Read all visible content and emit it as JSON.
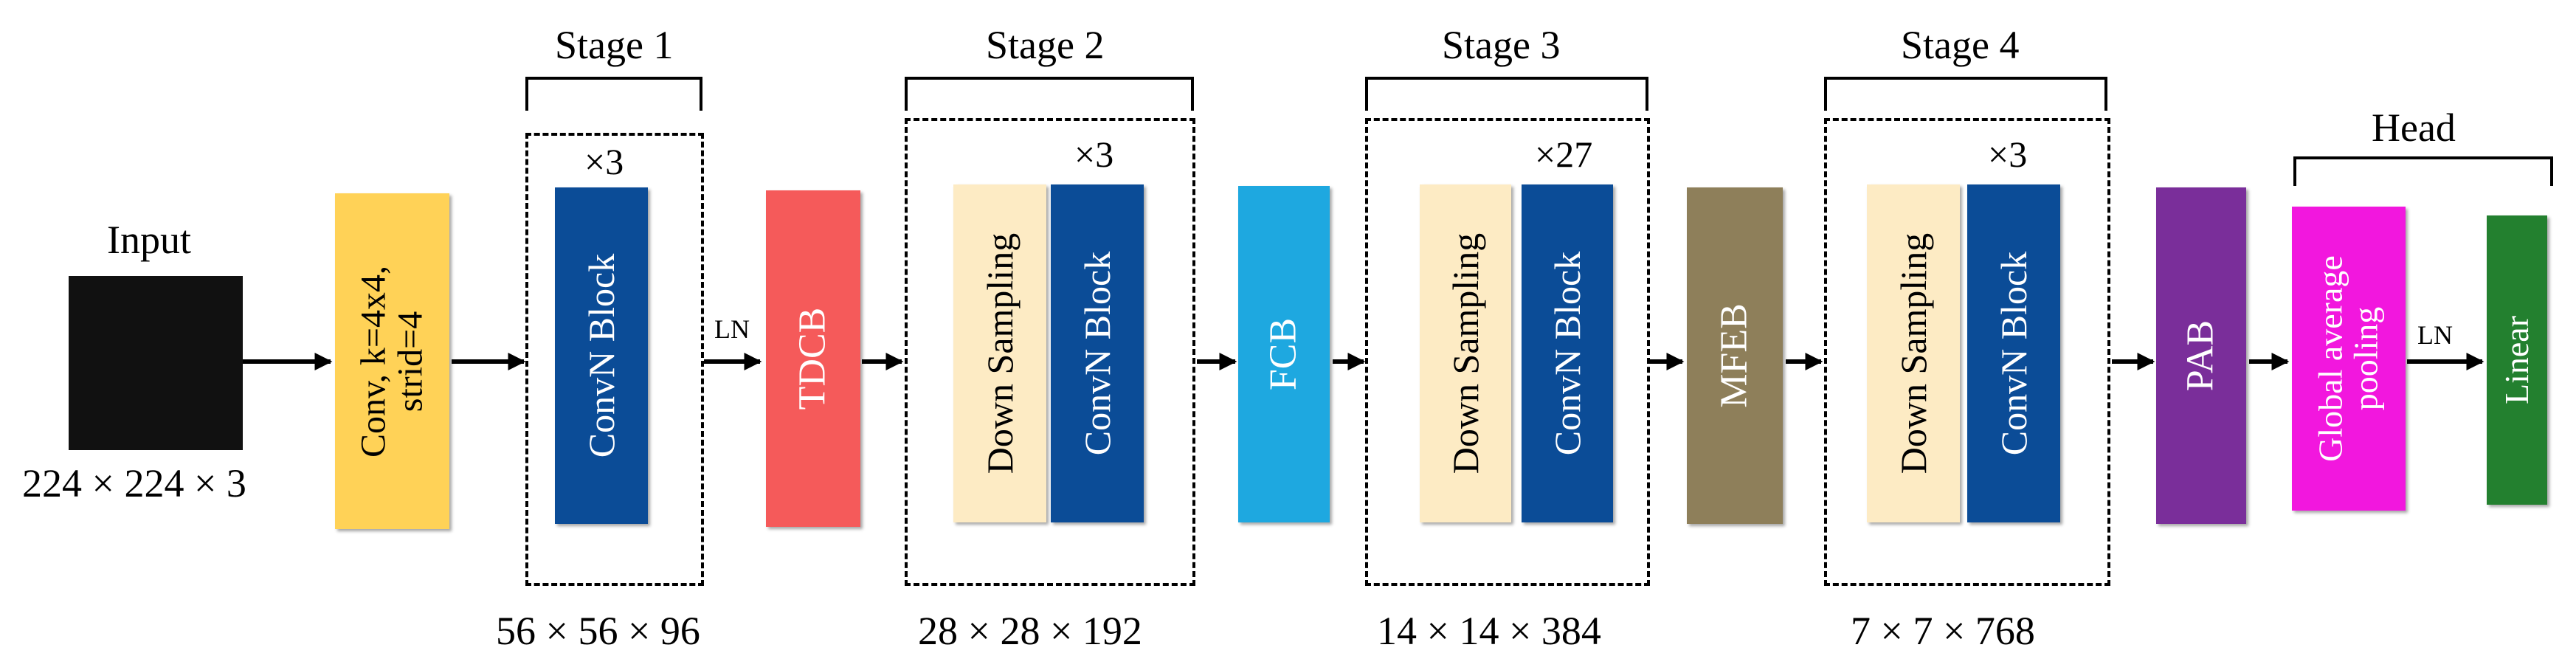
{
  "input": {
    "label": "Input",
    "dims": "224 × 224 × 3"
  },
  "stem": {
    "label_line1": "Conv, k=4x4,",
    "label_line2": "strid=4"
  },
  "stages": [
    {
      "title": "Stage 1",
      "repeat": "×3",
      "dims": "56 × 56 × 96"
    },
    {
      "title": "Stage 2",
      "repeat": "×3",
      "dims": "28 × 28 × 192"
    },
    {
      "title": "Stage 3",
      "repeat": "×27",
      "dims": "14 × 14 × 384"
    },
    {
      "title": "Stage 4",
      "repeat": "×3",
      "dims": "7 × 7 × 768"
    }
  ],
  "blocks": {
    "convn": "ConvN Block",
    "down": "Down Sampling",
    "tdcb": "TDCB",
    "fcb": "FCB",
    "mfeb": "MFEB",
    "pab": "PAB",
    "gap_line1": "Global average",
    "gap_line2": "pooling",
    "linear": "Linear"
  },
  "ln": "LN",
  "head": "Head",
  "colors": {
    "stem": "#FFD257",
    "convn": "#0B4C97",
    "down": "#FDEBC4",
    "tdcb": "#F55A5A",
    "fcb": "#1EA8E0",
    "mfeb": "#8E7F5A",
    "pab": "#7A2E9A",
    "gap": "#F217DE",
    "linear": "#23802F",
    "input": "#111111"
  }
}
